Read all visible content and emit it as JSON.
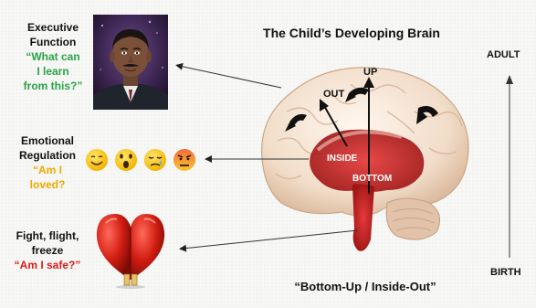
{
  "title": "The Child’s Developing Brain",
  "subtitle": "“Bottom-Up / Inside-Out”",
  "timeline": {
    "top_label": "ADULT",
    "bottom_label": "BIRTH"
  },
  "levels": {
    "executive": {
      "heading_line1": "Executive",
      "heading_line2": "Function",
      "quote_line1": "“What can",
      "quote_line2": "I learn",
      "quote_line3": "from this?”",
      "quote_color": "#2aa34a"
    },
    "emotional": {
      "heading_line1": "Emotional",
      "heading_line2": "Regulation",
      "quote_line1": "“Am I",
      "quote_line2": "loved?",
      "quote_color": "#f0a800"
    },
    "survival": {
      "heading_line1": "Fight, flight,",
      "heading_line2": "freeze",
      "quote_line1": "“Am I safe?”",
      "quote_color": "#e01b1b"
    }
  },
  "brain_labels": {
    "out": "OUT",
    "up": "UP",
    "inside": "INSIDE",
    "bottom": "BOTTOM"
  },
  "icons": {
    "portrait": "person-portrait-icon",
    "emojis": [
      "smiling-emoji-icon",
      "surprised-emoji-icon",
      "crying-emoji-icon",
      "angry-emoji-icon"
    ],
    "gloves": "boxing-gloves-heart-icon",
    "brain": "brain-cross-section-icon"
  }
}
